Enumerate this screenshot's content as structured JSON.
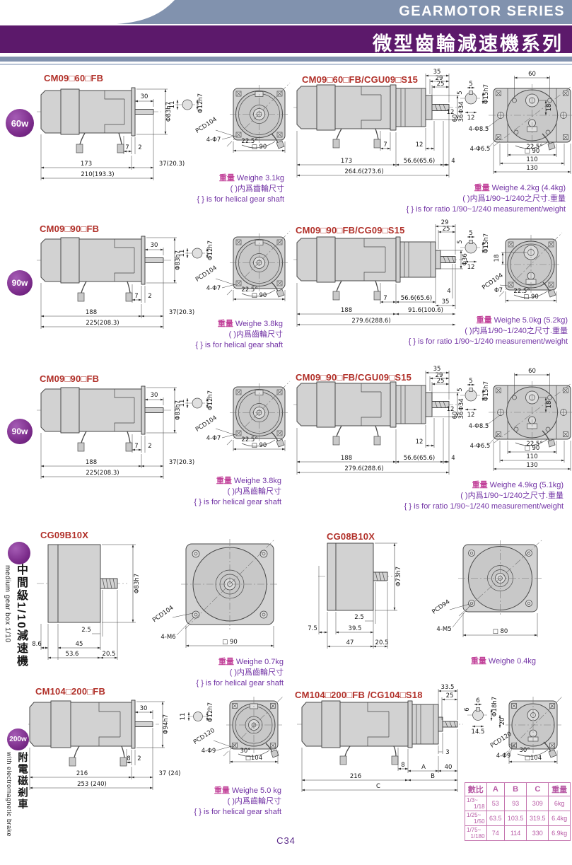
{
  "header": {
    "series_en": "GEARMOTOR SERIES",
    "series_zh": "微型齒輪減速機系列"
  },
  "badges": {
    "row1": "60w",
    "row2": "90w",
    "row3": "90w",
    "row5": "200w"
  },
  "side_labels": {
    "mid_zh": "中間級1/10減速機",
    "mid_en": "medium gear box 1/10",
    "brake_zh": "附電磁剎車",
    "brake_en": "with electromagnetic brake"
  },
  "panels": [
    {
      "title": "CM09□60□FB",
      "dims": {
        "shaft_len": "30",
        "body_dia": "Φ83h7",
        "key_w": "11",
        "shaft_dia": "Φ12h7",
        "pcd": "PCD104",
        "holes": "4-Φ7",
        "angle": "22.5°",
        "square": "□ 90",
        "lead": "7",
        "gap": "2",
        "body_len": "173",
        "ext_len": "37(20.3)",
        "total_len": "210(193.3)"
      },
      "notes": {
        "w_label": "重量",
        "w_value": "Weighe 3.1kg",
        "l2": "( )内爲齒輪尺寸",
        "l3": "{ } is for helical gear shaft"
      }
    },
    {
      "title": "CM09□60□FB/CGU09□S15",
      "dims": {
        "t1": "35",
        "t2": "29",
        "t3": "25",
        "boss_dia": "Φ34",
        "key_w": "5",
        "key_h": "5",
        "shaft_dia": "Φ15h7",
        "key_len": "12",
        "f12": "12",
        "span": "60",
        "off": "18",
        "v1": "60",
        "v2": "36",
        "holes1": "4-Φ8.5",
        "holes2": "4-Φ6.5",
        "angle": "22.5°",
        "square": "□ 90",
        "mid": "110",
        "width": "130",
        "lead": "7",
        "step": "12",
        "body_len": "173",
        "gb_len": "56.6(65.6)",
        "tip": "4",
        "total_len": "264.6(273.6)"
      },
      "notes": {
        "w_label": "重量",
        "w_value": "Weighe 4.2kg (4.4kg)",
        "l2": "( )内爲1/90~1/240之尺寸.重量",
        "l3": "{ } is for ratio 1/90~1/240 measurement/weight"
      }
    },
    {
      "title": "CM09□90□FB",
      "dims": {
        "shaft_len": "30",
        "body_dia": "Φ83h7",
        "key_w": "11",
        "shaft_dia": "Φ12h7",
        "pcd": "PCD104",
        "holes": "4-Φ7",
        "angle": "22.5°",
        "square": "□ 90",
        "lead": "7",
        "gap": "2",
        "body_len": "188",
        "ext_len": "37(20.3)",
        "total_len": "225(208.3)"
      },
      "notes": {
        "w_label": "重量",
        "w_value": "Weighe 3.8kg",
        "l2": "( )内爲齒輪尺寸",
        "l3": "{ } is for helical gear shaft"
      }
    },
    {
      "title": "CM09□90□FB/CG09□S15",
      "dims": {
        "t1": "29",
        "t2": "25",
        "boss_dia": "Φ36",
        "key_w": "5",
        "key_h": "5",
        "shaft_dia": "Φ15h7",
        "key_len": "12",
        "off": "18",
        "pcd": "PCD104",
        "hole": "Φ7",
        "angle": "22.5°",
        "square": "□ 90",
        "lead": "7",
        "gb_len": "56.6(65.6)",
        "tip": "4",
        "t35": "35",
        "body_len": "188",
        "mid_len": "91.6(100.6)",
        "total_len": "279.6(288.6)"
      },
      "notes": {
        "w_label": "重量",
        "w_value": "Weighe 5.0kg (5.2kg)",
        "l2": "( )内爲1/90~1/240之尺寸.重量",
        "l3": "{ } is for ratio 1/90~1/240 measurement/weight"
      }
    },
    {
      "title": "CM09□90□FB",
      "dims": {
        "shaft_len": "30",
        "body_dia": "Φ83h7",
        "key_w": "11",
        "shaft_dia": "Φ12h7",
        "pcd": "PCD104",
        "holes": "4-Φ7",
        "angle": "22.5°",
        "square": "□ 90",
        "lead": "7",
        "gap": "2",
        "body_len": "188",
        "ext_len": "37(20.3)",
        "total_len": "225(208.3)"
      },
      "notes": {
        "w_label": "重量",
        "w_value": "Weighe 3.8kg",
        "l2": "( )内爲齒輪尺寸",
        "l3": "{ } is for helical gear shaft"
      }
    },
    {
      "title": "CM09□90□FB/CGU09□S15",
      "dims": {
        "t1": "35",
        "t2": "29",
        "t3": "25",
        "boss_dia": "Φ34",
        "key_w": "5",
        "key_h": "5",
        "shaft_dia": "Φ15h7",
        "key_len": "12",
        "f12": "12",
        "span": "60",
        "off": "18",
        "v1": "60",
        "v2": "36",
        "holes1": "4-Φ8.5",
        "holes2": "4-Φ6.5",
        "angle": "22.5°",
        "square": "□ 90",
        "mid": "110",
        "width": "130",
        "step": "12",
        "body_len": "188",
        "gb_len": "56.6(65.6)",
        "tip": "4",
        "total_len": "279.6(288.6)"
      },
      "notes": {
        "w_label": "重量",
        "w_value": "Weighe 4.9kg (5.1kg)",
        "l2": "( )内爲1/90~1/240之尺寸.重量",
        "l3": "{ } is for ratio 1/90~1/240 measurement/weight"
      }
    },
    {
      "title": "CG09B10X",
      "dims": {
        "body_dia": "Φ83h7",
        "base": "2.5",
        "body_len": "45",
        "off": "8.6",
        "case_len": "53.6",
        "shaft_len": "20.5",
        "pcd": "PCD104",
        "holes": "4-M6",
        "square": "□ 90"
      },
      "notes": {
        "w_label": "重量",
        "w_value": "Weighe 0.7kg",
        "l2": "( )内爲齒輪尺寸",
        "l3": "{ } is for helical gear shaft"
      }
    },
    {
      "title": "CG08B10X",
      "dims": {
        "body_dia": "Φ73h7",
        "base": "2.5",
        "body_len": "39.5",
        "off": "7.5",
        "case_len": "47",
        "shaft_len": "20.5",
        "pcd": "PCD94",
        "holes": "4-M5",
        "square": "□ 80"
      },
      "notes": {
        "w_label": "重量",
        "w_value": "Weighe 0.4kg"
      }
    },
    {
      "title": "CM104□200□FB",
      "dims": {
        "shaft_len": "30",
        "body_dia": "Φ94h7",
        "key_w": "11",
        "shaft_dia": "Φ12h7",
        "pcd": "PCD120",
        "holes": "4-Φ9",
        "angle": "30°",
        "square": "□104",
        "lead": "8",
        "gap": "2",
        "body_len": "216",
        "ext_len": "37 (24)",
        "total_len": "253 (240)"
      },
      "notes": {
        "w_label": "重量",
        "w_value": "Weighe 5.0 kg",
        "l2": "( )内爲齒輪尺寸",
        "l3": "{ } is for helical gear shaft"
      }
    },
    {
      "title": "CM104□200□FB  /CG104□S18",
      "dims": {
        "t1": "33.5",
        "t2": "25",
        "key_w": "6",
        "key_h": "6",
        "key_len": "14.5",
        "shaft_dia": "Φ18h7",
        "off": "20",
        "pcd": "PCD120",
        "holes": "4-Φ9",
        "angle": "30°",
        "square": "□104",
        "step": "3",
        "lead": "8",
        "A": "A",
        "d40": "40",
        "body_len": "216",
        "B": "B",
        "C": "C"
      }
    }
  ],
  "table": {
    "headers": [
      "數比",
      "A",
      "B",
      "C",
      "重量"
    ],
    "rows": [
      {
        "r1": "1/3~",
        "r2": "1/18",
        "a": "53",
        "b": "93",
        "c": "309",
        "w": "6kg"
      },
      {
        "r1": "1/25~",
        "r2": "1/50",
        "a": "63.5",
        "b": "103.5",
        "c": "319.5",
        "w": "6.4kg"
      },
      {
        "r1": "1/75~",
        "r2": "1/180",
        "a": "74",
        "b": "114",
        "c": "330",
        "w": "6.9kg"
      }
    ]
  },
  "footer": {
    "page_no": "C34"
  }
}
